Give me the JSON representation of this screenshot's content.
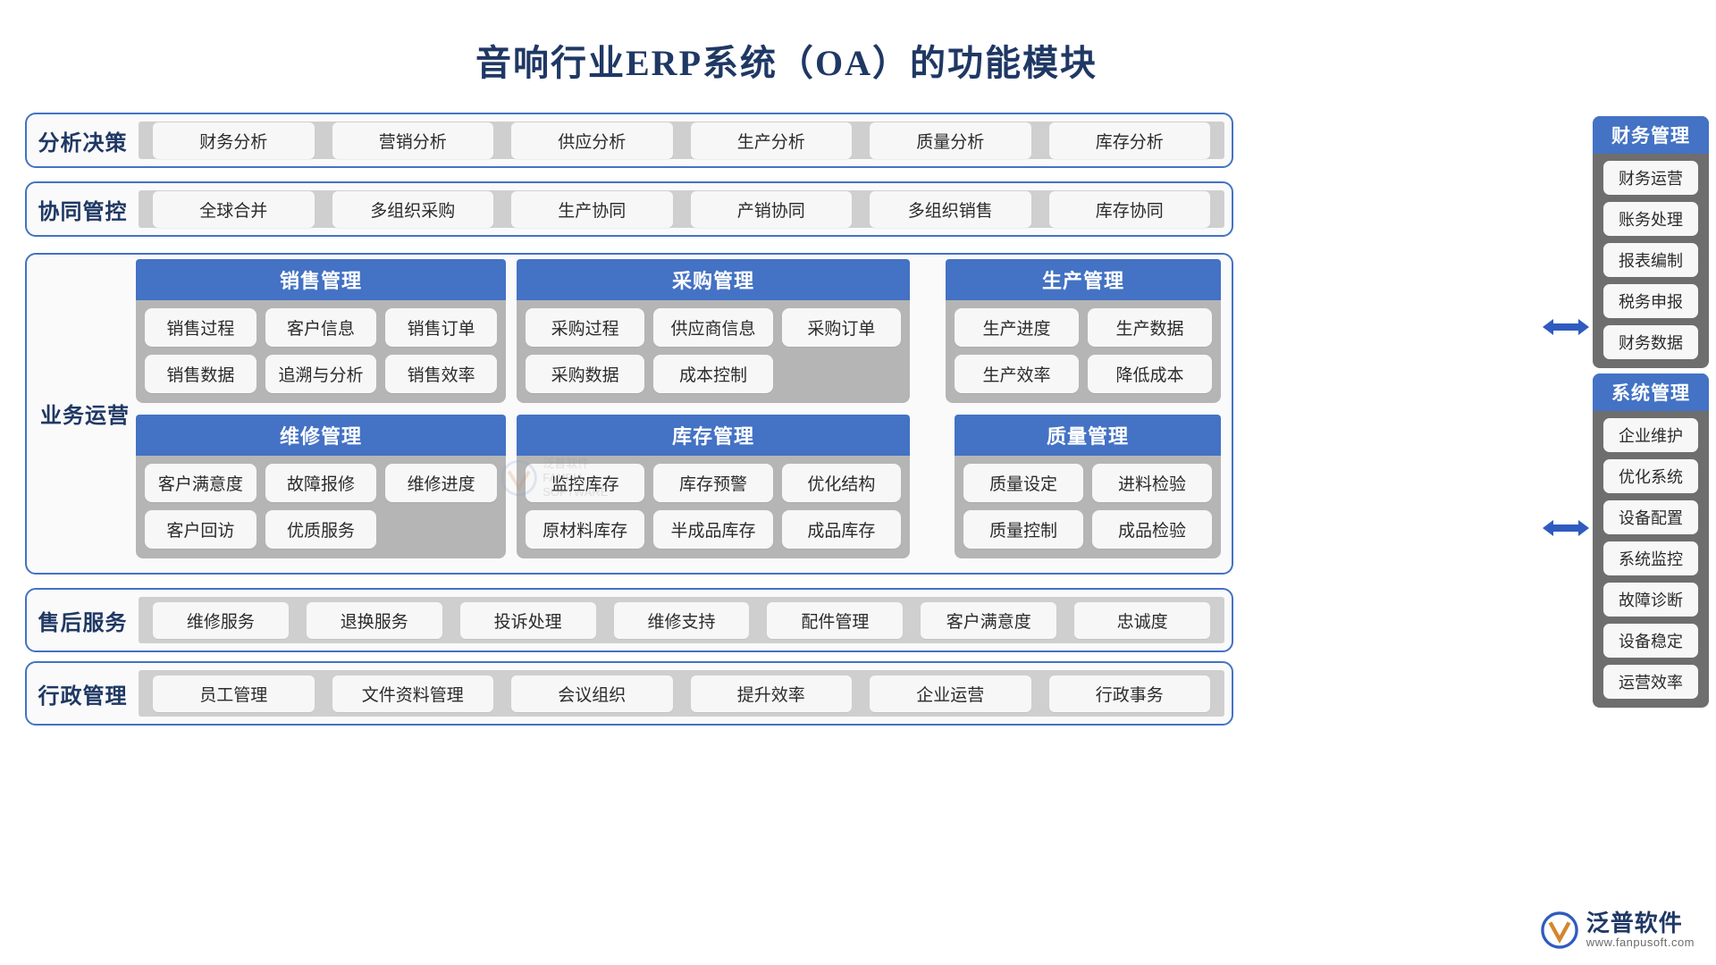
{
  "title": "音响行业ERP系统（OA）的功能模块",
  "sections": {
    "analysis": {
      "label": "分析决策",
      "items": [
        "财务分析",
        "营销分析",
        "供应分析",
        "生产分析",
        "质量分析",
        "库存分析"
      ]
    },
    "collaboration": {
      "label": "协同管控",
      "items": [
        "全球合并",
        "多组织采购",
        "生产协同",
        "产销协同",
        "多组织销售",
        "库存协同"
      ]
    },
    "business": {
      "label": "业务运营",
      "cards": [
        {
          "title": "销售管理",
          "rows": [
            [
              "销售过程",
              "客户信息",
              "销售订单"
            ],
            [
              "销售数据",
              "追溯与分析",
              "销售效率"
            ]
          ]
        },
        {
          "title": "采购管理",
          "rows": [
            [
              "采购过程",
              "供应商信息",
              "采购订单"
            ],
            [
              "采购数据",
              "成本控制",
              ""
            ]
          ]
        },
        {
          "title": "生产管理",
          "rows": [
            [
              "生产进度",
              "生产数据"
            ],
            [
              "生产效率",
              "降低成本"
            ]
          ]
        },
        {
          "title": "维修管理",
          "rows": [
            [
              "客户满意度",
              "故障报修",
              "维修进度"
            ],
            [
              "客户回访",
              "优质服务",
              ""
            ]
          ]
        },
        {
          "title": "库存管理",
          "rows": [
            [
              "监控库存",
              "库存预警",
              "优化结构"
            ],
            [
              "原材料库存",
              "半成品库存",
              "成品库存"
            ]
          ]
        },
        {
          "title": "质量管理",
          "rows": [
            [
              "质量设定",
              "进料检验"
            ],
            [
              "质量控制",
              "成品检验"
            ]
          ]
        }
      ]
    },
    "aftersales": {
      "label": "售后服务",
      "items": [
        "维修服务",
        "退换服务",
        "投诉处理",
        "维修支持",
        "配件管理",
        "客户满意度",
        "忠诚度"
      ]
    },
    "administration": {
      "label": "行政管理",
      "items": [
        "员工管理",
        "文件资料管理",
        "会议组织",
        "提升效率",
        "企业运营",
        "行政事务"
      ]
    }
  },
  "sidebars": [
    {
      "title": "财务管理",
      "items": [
        "财务运营",
        "账务处理",
        "报表编制",
        "税务申报",
        "财务数据"
      ]
    },
    {
      "title": "系统管理",
      "items": [
        "企业维护",
        "优化系统",
        "设备配置",
        "系统监控",
        "故障诊断",
        "设备稳定",
        "运营效率"
      ]
    }
  ],
  "watermark": {
    "line1": "泛普软件",
    "line2": "FANPU SOFTWARE"
  },
  "brand": {
    "name": "泛普软件",
    "url": "www.fanpusoft.com"
  },
  "colors": {
    "accent_blue": "#4472C4",
    "title_navy": "#1F3864",
    "strip_gray": "#CFCFCF",
    "card_gray": "#B5B5B5",
    "sidebar_gray": "#6E6E6E",
    "chip_white": "#F7F7F7"
  }
}
